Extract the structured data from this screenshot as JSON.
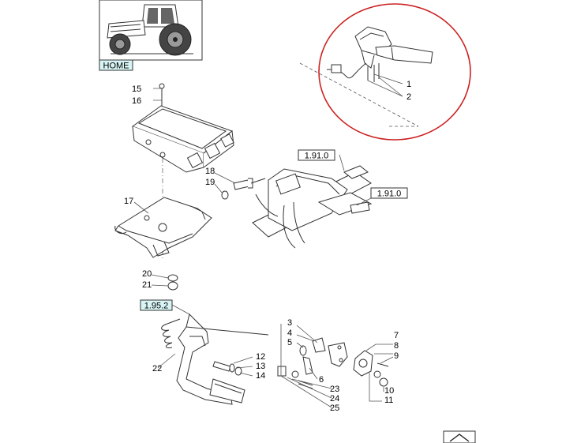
{
  "nav": {
    "home_label": "HOME",
    "ref_links": [
      {
        "id": "ref-top",
        "label": "1.91.0"
      },
      {
        "id": "ref-right",
        "label": "1.91.0"
      },
      {
        "id": "ref-pedal",
        "label": "1.95.2"
      }
    ]
  },
  "callouts": {
    "c1": "1",
    "c2": "2",
    "c3": "3",
    "c4": "4",
    "c5": "5",
    "c6": "6",
    "c7": "7",
    "c8": "8",
    "c9": "9",
    "c10": "10",
    "c11": "11",
    "c12": "12",
    "c13": "13",
    "c14": "14",
    "c15": "15",
    "c16": "16",
    "c17": "17",
    "c18": "18",
    "c19": "19",
    "c20": "20",
    "c21": "21",
    "c22": "22",
    "c23": "23",
    "c24": "24",
    "c25": "25"
  },
  "colors": {
    "highlight_circle": "#cc2222",
    "link_box_fill": "#d8f4f4",
    "line": "#333333"
  },
  "icons": {
    "thumbnail": "tractor-thumbnail-icon",
    "next_page": "up-chevron-icon"
  }
}
